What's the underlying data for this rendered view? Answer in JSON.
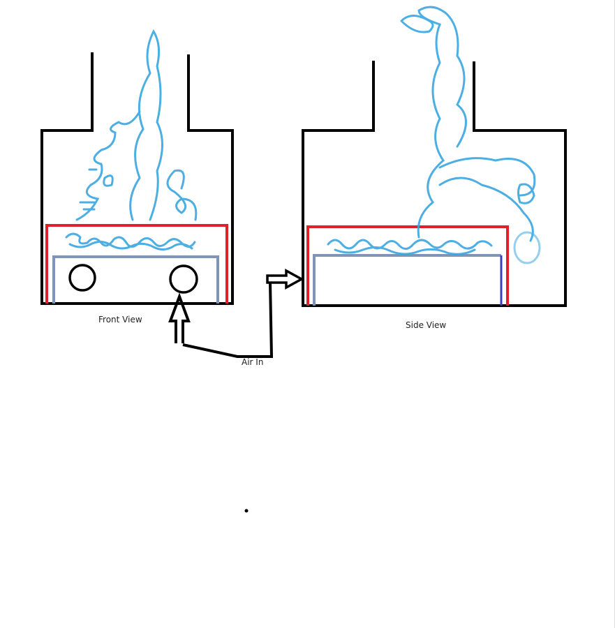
{
  "labels": {
    "front_view": "Front View",
    "side_view": "Side View",
    "air_in": "Air In"
  },
  "colors": {
    "outline": "#000000",
    "firebox": "#e0202a",
    "grate": "#7f95b8",
    "flame": "#39a6e0",
    "grate_side_right": "#3a3fbf"
  }
}
